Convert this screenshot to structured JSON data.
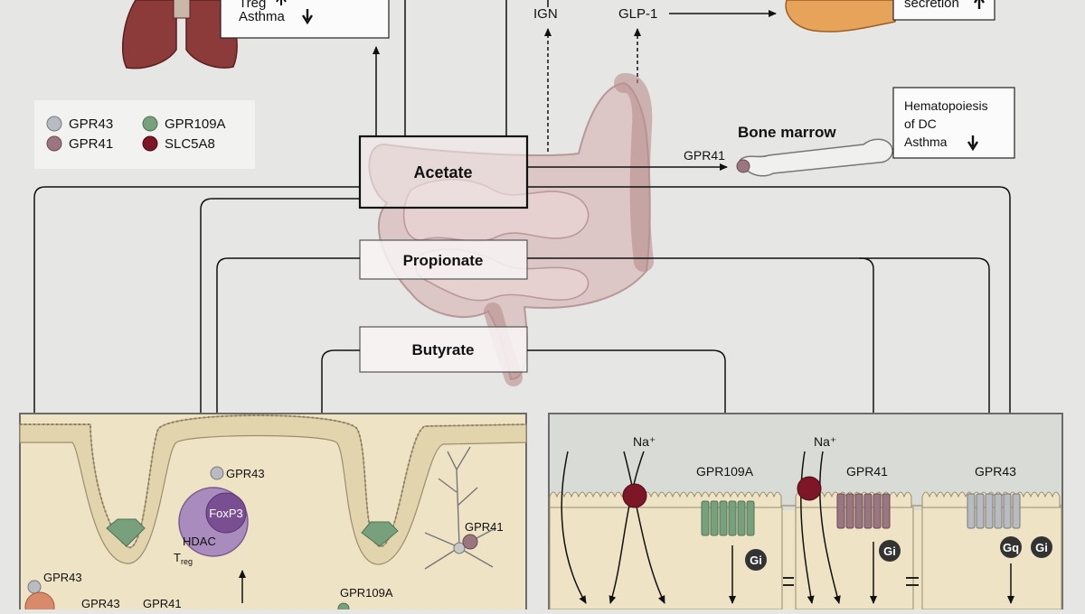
{
  "lung_box": {
    "line1": "Treg",
    "line2": "Asthma"
  },
  "top": {
    "ign": "IGN",
    "glp1": "GLP-1",
    "secretion": "secretion"
  },
  "legend": [
    {
      "label": "GPR43",
      "color": "#b8bcc2"
    },
    {
      "label": "GPR41",
      "color": "#9a7680"
    },
    {
      "label": "GPR109A",
      "color": "#79a07d"
    },
    {
      "label": "SLC5A8",
      "color": "#7d1626"
    }
  ],
  "scfa": {
    "acetate": "Acetate",
    "propionate": "Propionate",
    "butyrate": "Butyrate"
  },
  "bone": {
    "title": "Bone marrow",
    "receptor": "GPR41",
    "box_line1": "Hematopoiesis",
    "box_line2": "of DC",
    "box_line3": "Asthma"
  },
  "gut_panel": {
    "gpr43_treg": "GPR43",
    "foxp3": "FoxP3",
    "hdac": "HDAC",
    "treg_main": "T",
    "treg_sub": "reg",
    "gpr41_neuron": "GPR41",
    "gpr43_bottom_left": "GPR43",
    "gpr43_bottom": "GPR43",
    "gpr41_bottom": "GPR41",
    "gpr109a_bottom": "GPR109A"
  },
  "epi_panel": {
    "na1": "Na⁺",
    "na2": "Na⁺",
    "gpr109a": "GPR109A",
    "gpr41": "GPR41",
    "gpr43": "GPR43",
    "gi1": "Gi",
    "gi2": "Gi",
    "gq": "Gq",
    "gi3": "Gi"
  },
  "colors": {
    "background": "#e6e6e4",
    "gut": "#c9a7a7",
    "organ": "#8c3a3a",
    "pancreas": "#e8a35a",
    "tissue": "#efe3c6",
    "treg": "#a98bbd"
  }
}
